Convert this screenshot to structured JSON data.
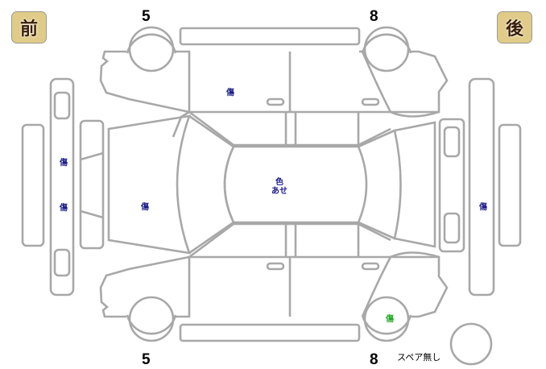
{
  "badges": {
    "front": "前",
    "rear": "後"
  },
  "wheel_labels": {
    "front_top": "5",
    "rear_top": "8",
    "front_bottom": "5",
    "rear_bottom": "8"
  },
  "damage_marks": {
    "top_front_door": "傷",
    "roof_line1": "色",
    "roof_line2": "あせ",
    "front_bumper_upper": "傷",
    "front_bumper_lower": "傷",
    "hood": "傷",
    "rear_bumper": "傷",
    "rear_bottom_wheel": "傷"
  },
  "spare_tire_label": "スペア無し",
  "colors": {
    "mark_blue": "#1a1a8a",
    "mark_green": "#22aa22",
    "badge_bg": "#e0cc88",
    "outline": "#a8a8a8"
  }
}
